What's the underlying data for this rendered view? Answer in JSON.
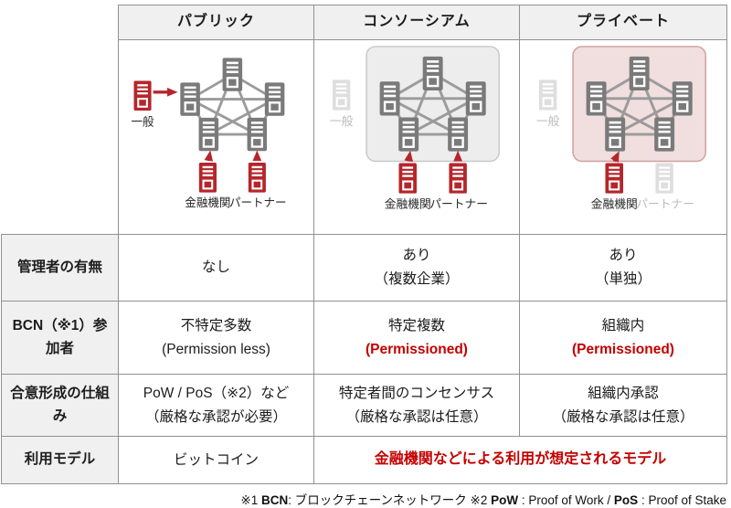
{
  "columns": {
    "public": "パブリック",
    "consortium": "コンソーシアム",
    "private": "プライベート"
  },
  "diagrams": {
    "public": {
      "general": "一般",
      "financial": "金融機関",
      "partner": "パートナー"
    },
    "consortium": {
      "general": "一般",
      "financial": "金融機関",
      "partner": "パートナー"
    },
    "private": {
      "general": "一般",
      "financial": "金融機関",
      "partner": "パートナー"
    }
  },
  "rows": {
    "admin": {
      "header": "管理者の有無",
      "public_l1": "なし",
      "consortium_l1": "あり",
      "consortium_l2": "（複数企業）",
      "private_l1": "あり",
      "private_l2": "（単独）"
    },
    "participants": {
      "header": "BCN（※1）参加者",
      "public_l1": "不特定多数",
      "public_l2": "(Permission less)",
      "consortium_l1": "特定複数",
      "consortium_l2": "(Permissioned)",
      "private_l1": "組織内",
      "private_l2": "(Permissioned)"
    },
    "consensus": {
      "header": "合意形成の仕組み",
      "public_l1": "PoW / PoS（※2）など",
      "public_l2": "（厳格な承認が必要）",
      "consortium_l1": "特定者間のコンセンサス",
      "consortium_l2": "（厳格な承認は任意）",
      "private_l1": "組織内承認",
      "private_l2": "（厳格な承認は任意）"
    },
    "model": {
      "header": "利用モデル",
      "public": "ビットコイン",
      "shared": "金融機関などによる利用が想定されるモデル"
    }
  },
  "footnote": {
    "n1_lead": "※1 ",
    "n1_term": "BCN",
    "n1_text": ": ブロックチェーンネットワーク ",
    "n2_lead": "※2 ",
    "n2_term": "PoW",
    "n2_text": " : Proof of Work / ",
    "n2_term2": "PoS",
    "n2_text2": " : Proof of Stake"
  },
  "colors": {
    "accent_red": "#b5262b",
    "text_red": "#c40000",
    "header_bg": "#f0f0f0",
    "border_gray": "#919191",
    "node_gray": "#7a7a7a",
    "edge_gray": "#9b9b9b",
    "enclosure_gray": "#ededed",
    "enclosure_pink": "#f1dede",
    "faded_gray": "#dedede"
  }
}
